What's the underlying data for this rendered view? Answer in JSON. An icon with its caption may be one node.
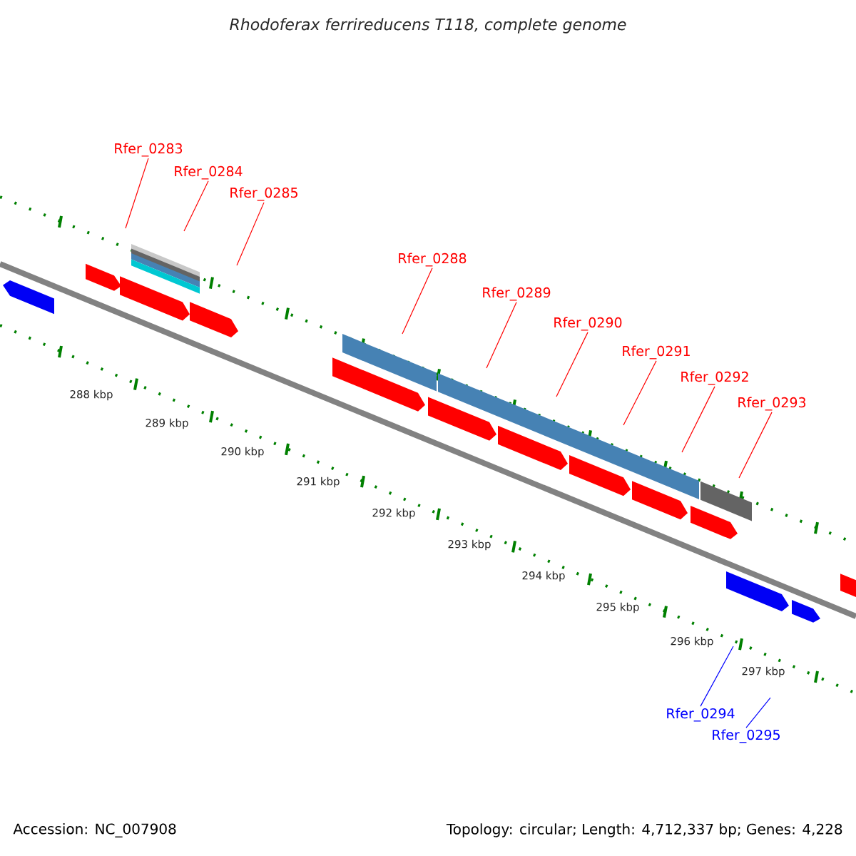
{
  "diagram": {
    "title": "Rhodoferax ferrireducens T118, complete genome",
    "nodes": [
      {
        "text": [
          "Rfer_0283"
        ]
      },
      {
        "text": [
          "Rfer_0284"
        ]
      },
      {
        "text": [
          "Rfer_0285"
        ]
      },
      {
        "text": [
          "Rfer_0288"
        ]
      },
      {
        "text": [
          "Rfer_0289"
        ]
      },
      {
        "text": [
          "Rfer_0290"
        ]
      },
      {
        "text": [
          "Rfer_0291"
        ]
      },
      {
        "text": [
          "Rfer_0292"
        ]
      },
      {
        "text": [
          "Rfer_0293"
        ]
      },
      {
        "text": [
          "Rfer_0294"
        ]
      },
      {
        "text": [
          "Rfer_0295"
        ]
      }
    ],
    "edges": [
      {
        "from": 0,
        "to": null,
        "arrow": "none"
      },
      {
        "from": 1,
        "to": null,
        "arrow": "none"
      },
      {
        "from": 2,
        "to": null,
        "arrow": "none"
      },
      {
        "from": 3,
        "to": null,
        "arrow": "none"
      },
      {
        "from": 4,
        "to": null,
        "arrow": "none"
      },
      {
        "from": 5,
        "to": null,
        "arrow": "none"
      },
      {
        "from": 6,
        "to": null,
        "arrow": "none"
      },
      {
        "from": 7,
        "to": null,
        "arrow": "none"
      },
      {
        "from": 8,
        "to": null,
        "arrow": "none"
      },
      {
        "from": 9,
        "to": null,
        "arrow": "none",
        "color": "#0000ff"
      },
      {
        "from": 10,
        "to": null,
        "arrow": "none",
        "color": "#0000ff"
      }
    ],
    "labels": [
      "288 kbp",
      "289 kbp",
      "290 kbp",
      "291 kbp",
      "292 kbp",
      "293 kbp",
      "294 kbp",
      "295 kbp",
      "296 kbp",
      "297 kbp",
      "Accession: NC_007908",
      "Topology: circular; Length: 4,712,337 bp; Genes: 4,228"
    ]
  }
}
